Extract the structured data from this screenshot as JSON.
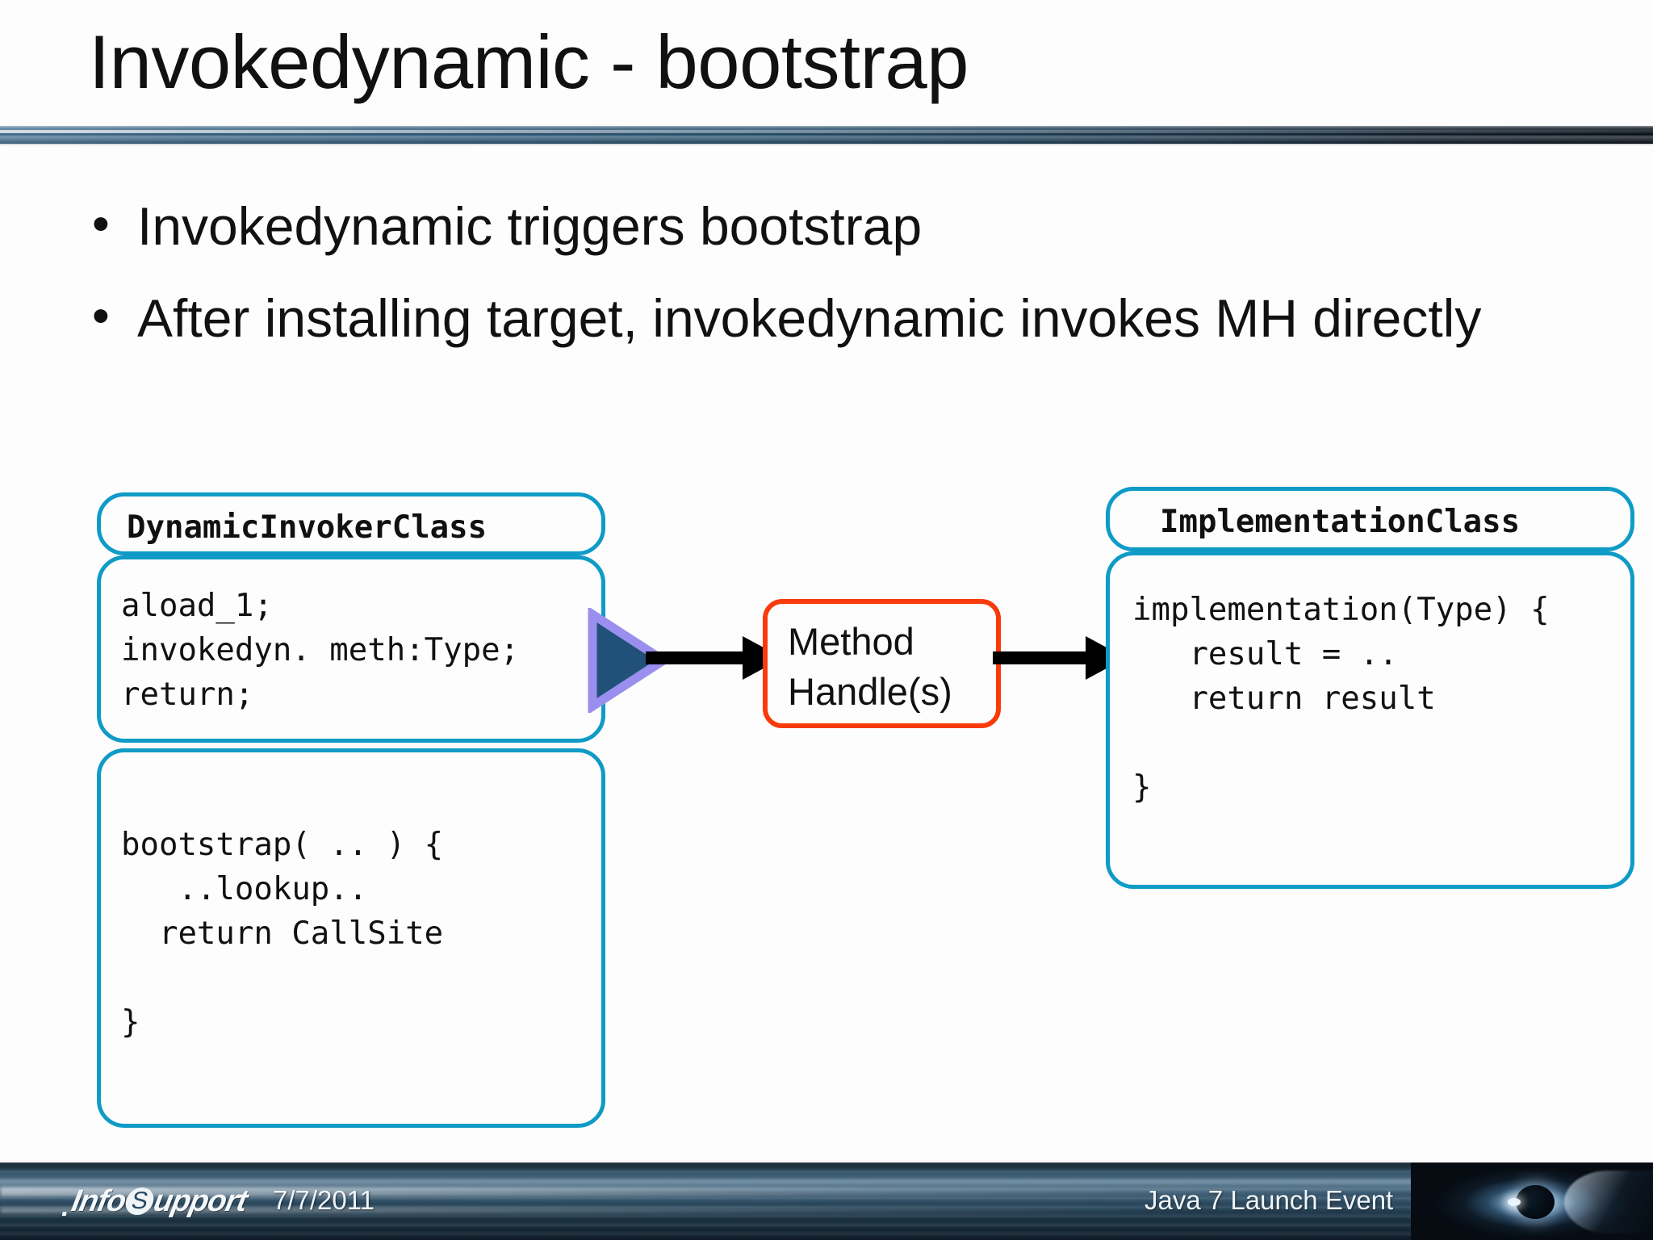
{
  "slide": {
    "title": "Invokedynamic - bootstrap",
    "bullets": [
      {
        "marker": "•",
        "text": "Invokedynamic triggers bootstrap"
      },
      {
        "marker": "•",
        "text": "After installing target, invokedynamic invokes MH directly"
      }
    ]
  },
  "diagram": {
    "left_class": {
      "label": "DynamicInvokerClass",
      "bytecode": "aload_1;\ninvokedyn. meth:Type;\nreturn;",
      "bootstrap": "bootstrap( .. ) {\n   ..lookup..\n  return CallSite\n\n}"
    },
    "middle": {
      "label": "Method\nHandle(s)",
      "border_color": "#f93a0b"
    },
    "right_class": {
      "label": "ImplementationClass",
      "code": "implementation(Type) {\n   result = ..\n   return result\n\n}"
    },
    "marker": {
      "name": "play-triangle",
      "fill": "#215179",
      "stroke": "#9a8fee"
    },
    "box_color": "#0f9bc6",
    "arrows": [
      "arrow-right",
      "arrow-right"
    ]
  },
  "footer": {
    "logo": {
      "dot": ".",
      "pre": "Info",
      "s": "S",
      "post": "upport"
    },
    "date": "7/7/2011",
    "event": "Java 7 Launch Event"
  }
}
